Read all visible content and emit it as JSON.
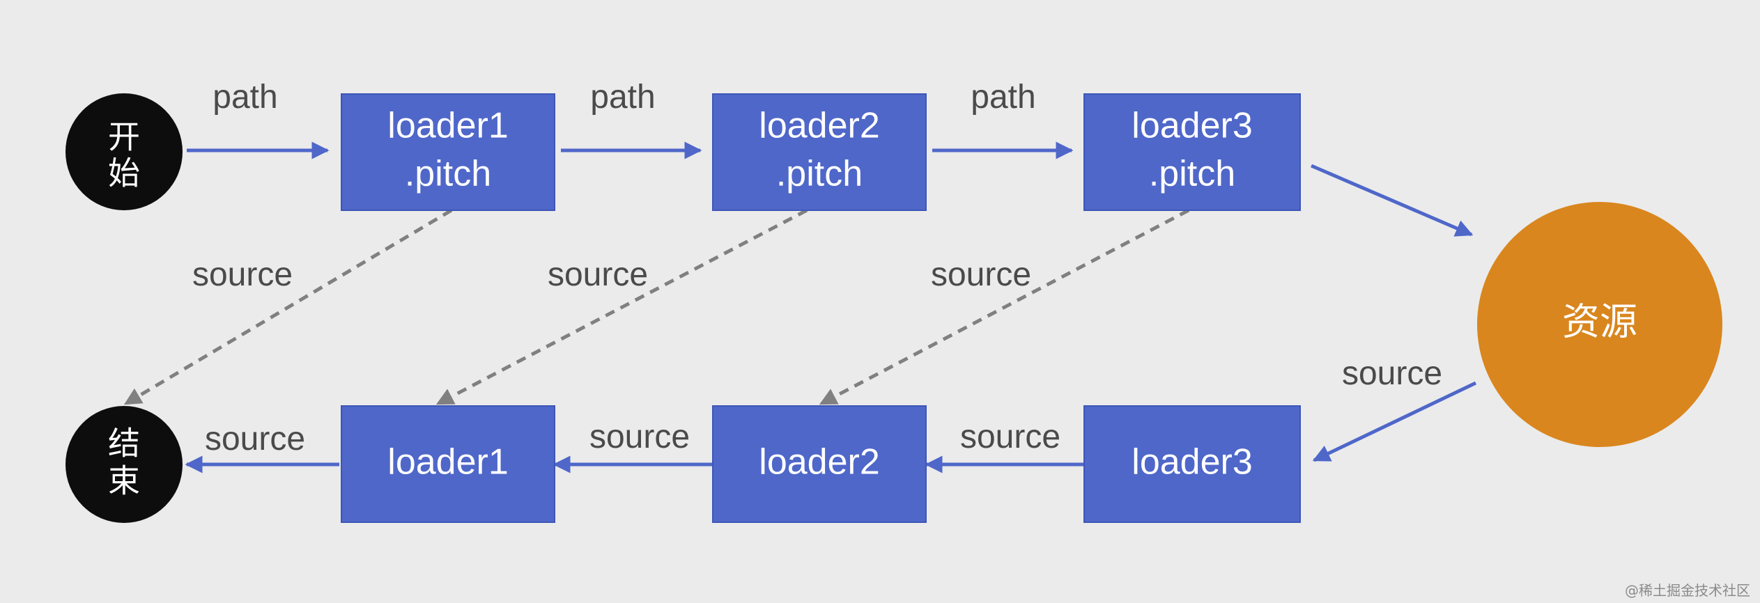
{
  "colors": {
    "background": "#ebebeb",
    "box": "#4f67c9",
    "box_border": "#3e56b8",
    "circle_dark": "#0d0d0d",
    "resource": "#d9861e",
    "arrow_solid": "#4f67c9",
    "arrow_dashed": "#808080",
    "label_text": "#4a4a4a"
  },
  "nodes": {
    "start": {
      "label_line1": "开",
      "label_line2": "始"
    },
    "end": {
      "label_line1": "结",
      "label_line2": "束"
    },
    "resource": {
      "label": "资源"
    },
    "pitch_boxes": [
      {
        "line1": "loader1",
        "line2": ".pitch"
      },
      {
        "line1": "loader2",
        "line2": ".pitch"
      },
      {
        "line1": "loader3",
        "line2": ".pitch"
      }
    ],
    "normal_boxes": [
      {
        "label": "loader1"
      },
      {
        "label": "loader2"
      },
      {
        "label": "loader3"
      }
    ]
  },
  "edge_labels": {
    "path_1": "path",
    "path_2": "path",
    "path_3": "path",
    "dashed_1": "source",
    "dashed_2": "source",
    "dashed_3": "source",
    "resource_to_loader3": "source",
    "loader3_to_loader2": "source",
    "loader2_to_loader1": "source",
    "loader1_to_end": "source"
  },
  "watermark": "@稀土掘金技术社区"
}
